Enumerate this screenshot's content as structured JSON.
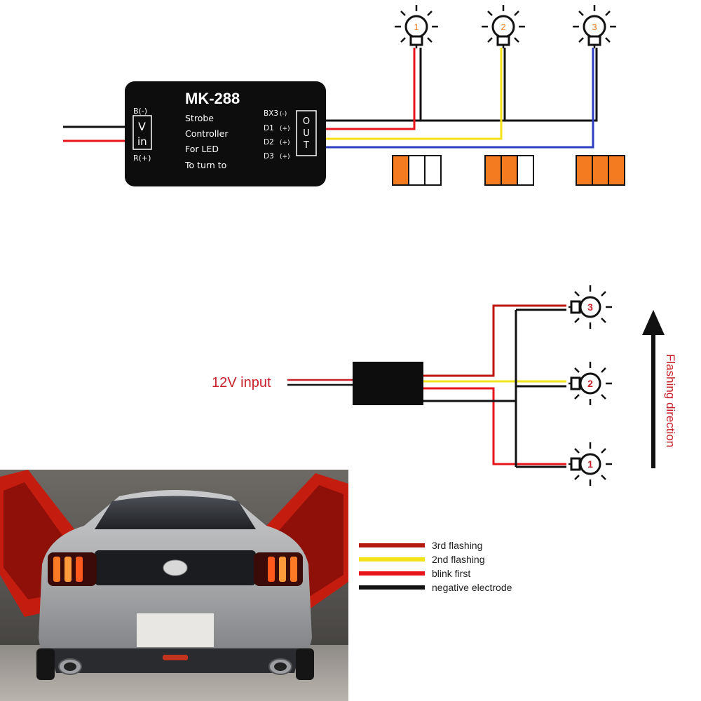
{
  "top_diagram": {
    "controller": {
      "model": "MK-288",
      "desc_lines": [
        "Strobe",
        "Controller",
        "For LED",
        "To turn to"
      ],
      "vin_top": "V",
      "vin_bottom": "in",
      "b_neg": "B(-)",
      "r_pos": "R(+)",
      "out_label": "OUT",
      "pins": [
        {
          "name": "BX3",
          "sign": "(-)"
        },
        {
          "name": "D1",
          "sign": "(+)"
        },
        {
          "name": "D2",
          "sign": "(+)"
        },
        {
          "name": "D3",
          "sign": "(+)"
        }
      ]
    },
    "bulbs": [
      "1",
      "2",
      "3"
    ],
    "sequence_lit": [
      1,
      2,
      3
    ],
    "colors": {
      "orange": "#f47b20",
      "red": "#e8141c",
      "yellow": "#f5e31a",
      "blue": "#2b3fbf",
      "black": "#111111"
    }
  },
  "bottom_diagram": {
    "input_label": "12V input",
    "direction_label": "Flashing direction",
    "bulbs": [
      "3",
      "2",
      "1"
    ],
    "colors": {
      "dark_red": "#c0140e",
      "yellow": "#f5e31a",
      "red": "#e8141c",
      "black": "#111111",
      "label_red": "#c8202a"
    }
  },
  "legend": [
    {
      "label": "3rd flashing",
      "color": "#b5180c"
    },
    {
      "label": "2nd flashing",
      "color": "#f5e31a"
    },
    {
      "label": "blink first",
      "color": "#e8141c"
    },
    {
      "label": "negative electrode",
      "color": "#111111"
    }
  ],
  "photo": {
    "description_icon": "car-rear-photo"
  }
}
